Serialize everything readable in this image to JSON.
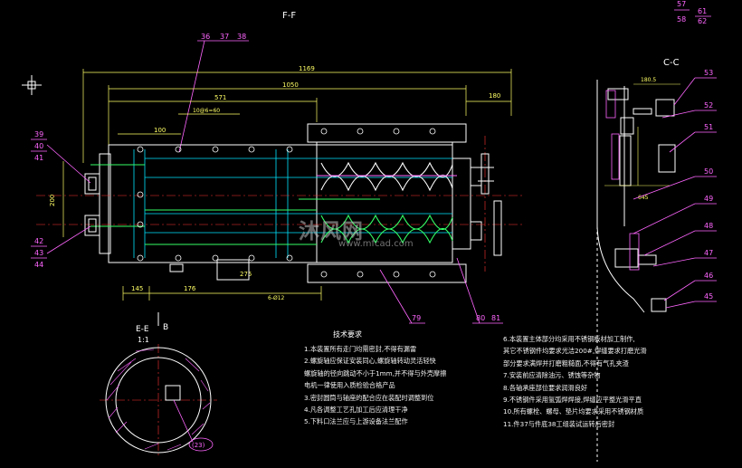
{
  "drawing": {
    "section_ff_label": "F-F",
    "section_cc_label": "C-C",
    "section_ee_label": "E-E",
    "section_ee_scale": "1:1",
    "view_b_label": "B"
  },
  "top_callouts": [
    "36",
    "37",
    "38"
  ],
  "left_callouts": [
    "39",
    "40",
    "41",
    "42",
    "43",
    "44"
  ],
  "bottom_callouts": [
    "79",
    "80",
    "81"
  ],
  "right_callouts": [
    "53",
    "52",
    "51",
    "50",
    "49",
    "48",
    "47",
    "46",
    "45"
  ],
  "corner_callouts": [
    "57",
    "58",
    "61",
    "62"
  ],
  "dimensions": {
    "overall": "1169",
    "d2": "1050",
    "d3": "571",
    "d4": "10@6=60",
    "d5": "180",
    "d6": "200",
    "d7": "100",
    "d8": "145",
    "d9": "176",
    "d10": "275",
    "d11": "6-Ø12",
    "cc1": "180.5",
    "cc2": "645",
    "ee_callout": "(23)"
  },
  "notes": {
    "title": "技术要求",
    "left": [
      "1.本装置所有走门均需密封,不得有漏雷",
      "2.螺旋轴应保证安装同心,螺旋轴转动灵活轻快",
      "   螺旋轴的径向跳动不小于1mm,并不得与外壳摩擦",
      "   电机一律使用入质检验合格产品",
      "3.密封圆筒与轴座的配合应在装配时调整到位",
      "4.凡各调整工艺孔加工后应清理干净",
      "5.下料口法兰应与上游设备法兰配作"
    ],
    "right": [
      "6.本装置主体部分均采用不锈钢板材加工制作,",
      "   其它不锈钢件均要求光洁200#,焊缝要求打磨光滑",
      "   部分要求满焊并打磨粗糙面,不得有气孔夹渣",
      "7.安装前应清除油污、锈蚀等杂物",
      "8.各轴承座部位要求润滑良好",
      "9.不锈钢件采用氩弧焊焊接,焊缝应平整光滑平直",
      "10.所有螺栓、螺母、垫片均要求采用不锈钢材质",
      "11.件37与件底38工组装试运转后密封"
    ]
  },
  "watermark": {
    "brand": "沐风网",
    "url": "www.mfcad.com"
  },
  "colors": {
    "background": "#000000",
    "outline": "#ffffff",
    "hidden": "#00e5ff",
    "leader": "#ff66ff",
    "dimension": "#ffff66",
    "center": "#ff3333",
    "detail": "#33ff66"
  }
}
